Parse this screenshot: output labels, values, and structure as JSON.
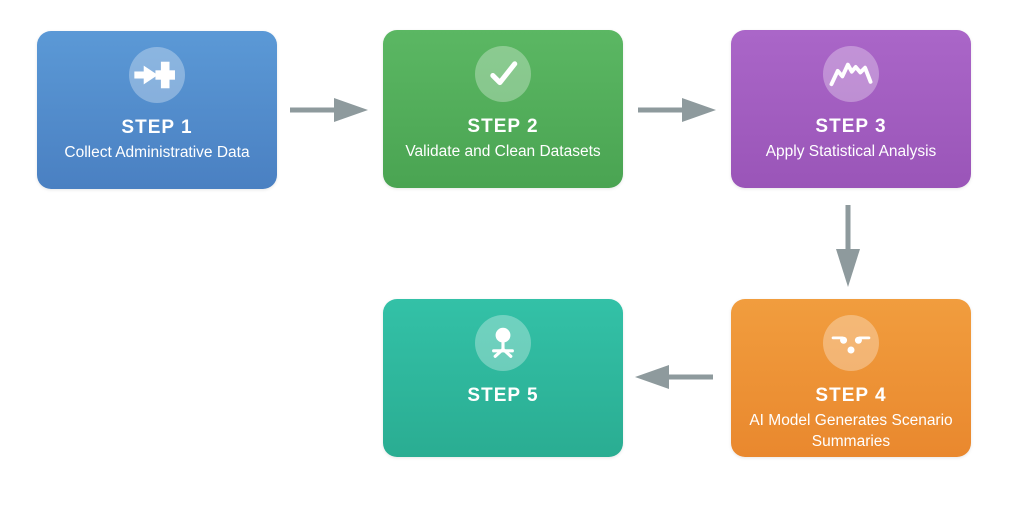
{
  "diagram": {
    "title": "five-step-process-flow",
    "background_color": "#ffffff",
    "arrow_color": "#8e9a9d",
    "steps": [
      {
        "label": "STEP 1",
        "description": "Collect Administrative Data",
        "icon": "import-arrow-icon",
        "color_top": "#5b99d6",
        "color_bottom": "#4a80c2"
      },
      {
        "label": "STEP 2",
        "description": "Validate and Clean Datasets",
        "icon": "checkmark-icon",
        "color_top": "#5bb763",
        "color_bottom": "#4aa452"
      },
      {
        "label": "STEP 3",
        "description": "Apply Statistical Analysis",
        "icon": "zigzag-line-chart-icon",
        "color_top": "#aa66c8",
        "color_bottom": "#9a55b8"
      },
      {
        "label": "STEP 4",
        "description": "AI Model Generates Scenario Summaries",
        "icon": "ai-face-icon",
        "color_top": "#f19d3e",
        "color_bottom": "#e9882e"
      },
      {
        "label": "STEP 5",
        "description": "",
        "icon": "person-icon",
        "color_top": "#33c1a7",
        "color_bottom": "#2aad92"
      }
    ],
    "arrows": [
      {
        "name": "arrow-step1-to-step2",
        "direction": "right"
      },
      {
        "name": "arrow-step2-to-step3",
        "direction": "right"
      },
      {
        "name": "arrow-step3-to-step4",
        "direction": "down"
      },
      {
        "name": "arrow-step4-to-step5",
        "direction": "left"
      }
    ]
  }
}
